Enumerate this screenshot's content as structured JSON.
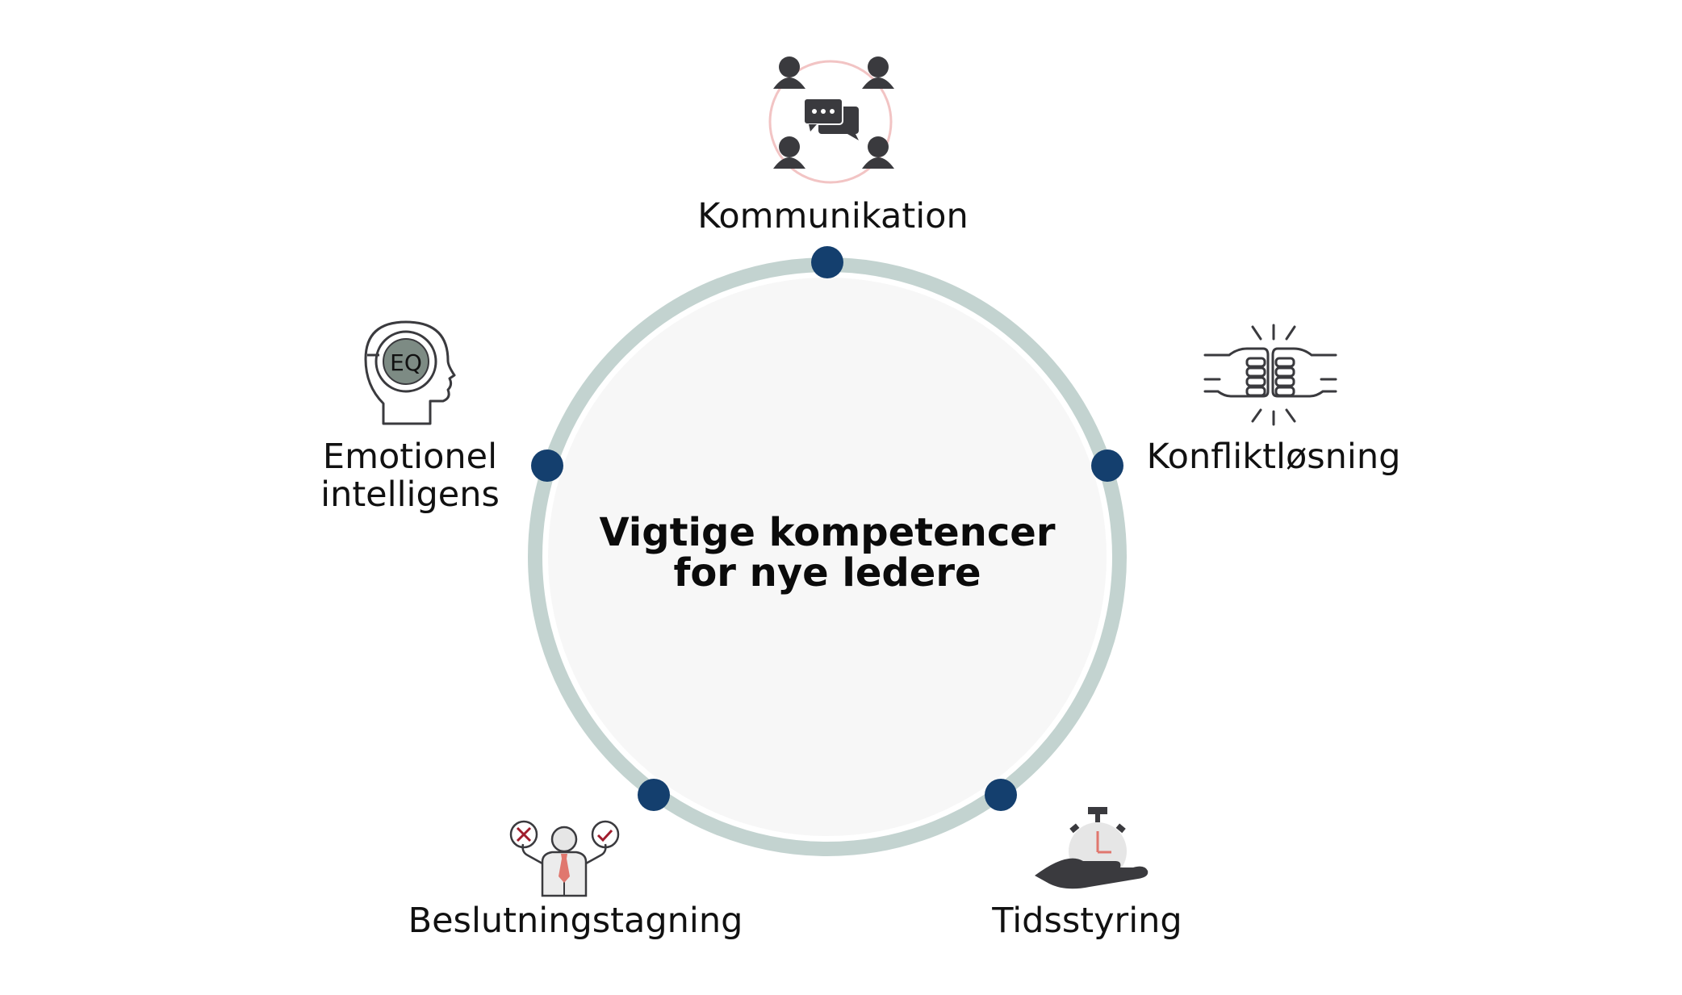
{
  "center": {
    "line1": "Vigtige kompetencer",
    "line2": "for nye ledere"
  },
  "nodes": [
    {
      "id": "kommunikation",
      "label": "Kommunikation",
      "icon": "communication-icon"
    },
    {
      "id": "konfliktlosning",
      "label": "Konfliktløsning",
      "icon": "fist-bump-icon"
    },
    {
      "id": "tidsstyring",
      "label": "Tidsstyring",
      "icon": "stopwatch-hand-icon"
    },
    {
      "id": "beslutningstagning",
      "label": "Beslutningstagning",
      "icon": "decision-person-icon"
    },
    {
      "id": "emotionel",
      "label_line1": "Emotionel",
      "label_line2": "intelligens",
      "icon": "eq-head-icon",
      "icon_text": "EQ"
    }
  ],
  "colors": {
    "ring": "#c3d3d0",
    "inner_fill": "#f7f7f7",
    "node_dot": "#143f6e",
    "icon_dark": "#3a3a3e",
    "accent_pink": "#f2c4c4",
    "accent_red": "#e0776e",
    "eq_fill": "#7d8b84"
  }
}
